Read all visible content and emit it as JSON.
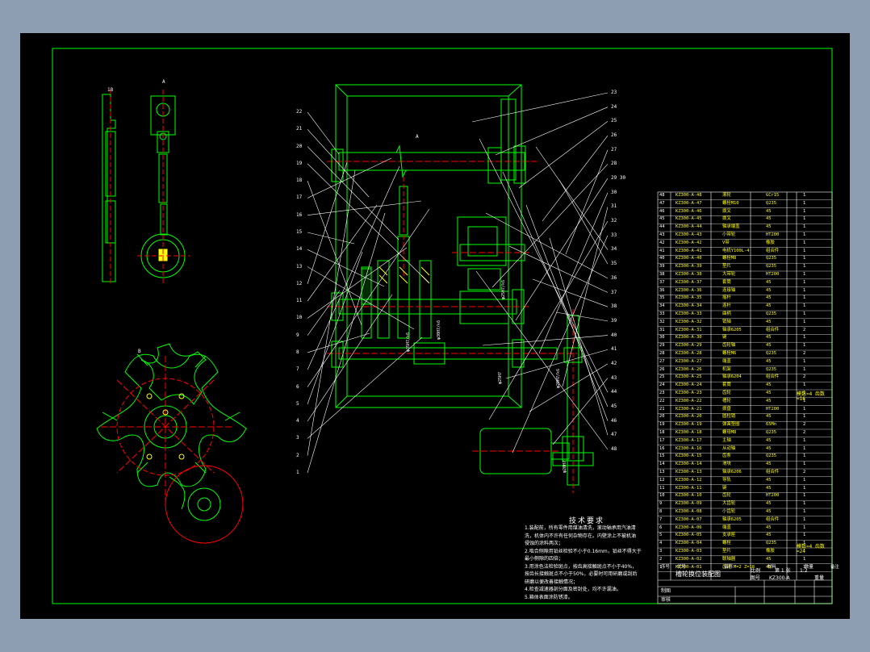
{
  "drawing": {
    "section_label_a": "A",
    "section_label_a_main": "A",
    "section_label_b": "B",
    "part_label_view_a": "18",
    "colors": {
      "frame": "#00ff00",
      "part": "#00ff00",
      "centerline": "#ff0000",
      "text": "#ffffff",
      "table_text": "#ffff00",
      "leader": "#ffffff"
    }
  },
  "leaders_left": [
    "22",
    "21",
    "20",
    "19",
    "18",
    "17",
    "16",
    "15",
    "14",
    "13",
    "12",
    "11",
    "10",
    "9",
    "8",
    "7",
    "6",
    "5",
    "4",
    "3",
    "2",
    "1"
  ],
  "leaders_right": [
    "23",
    "24",
    "25",
    "26",
    "27",
    "28",
    "29 30",
    "30",
    "31",
    "32",
    "33",
    "34",
    "35",
    "36",
    "37",
    "38",
    "39",
    "40",
    "41",
    "42",
    "43",
    "44",
    "45",
    "46",
    "47",
    "48"
  ],
  "bom": {
    "header_no": "序号",
    "header_code": "代号",
    "header_name": "名称",
    "header_mat": "材料",
    "header_qty": "数量",
    "header_note": "备注",
    "rows": [
      {
        "no": "48",
        "code": "KZ300-A-48",
        "name": "滚轮",
        "mat": "GCr15",
        "qty": "1",
        "note": ""
      },
      {
        "no": "47",
        "code": "KZ300-A-47",
        "name": "螺栓M10",
        "mat": "Q235",
        "qty": "1",
        "note": ""
      },
      {
        "no": "46",
        "code": "KZ300-A-46",
        "name": "拨叉",
        "mat": "45",
        "qty": "1",
        "note": ""
      },
      {
        "no": "45",
        "code": "KZ300-A-45",
        "name": "拨叉",
        "mat": "45",
        "qty": "1",
        "note": ""
      },
      {
        "no": "44",
        "code": "KZ300-A-44",
        "name": "轴承端盖",
        "mat": "45",
        "qty": "1",
        "note": ""
      },
      {
        "no": "43",
        "code": "KZ300-A-43",
        "name": "小带轮",
        "mat": "HT200",
        "qty": "1",
        "note": ""
      },
      {
        "no": "42",
        "code": "KZ300-A-42",
        "name": "V带",
        "mat": "橡胶",
        "qty": "1",
        "note": ""
      },
      {
        "no": "41",
        "code": "KZ300-A-41",
        "name": "电机Y100L-4",
        "mat": "组合件",
        "qty": "1",
        "note": ""
      },
      {
        "no": "40",
        "code": "KZ300-A-40",
        "name": "螺栓M8",
        "mat": "Q235",
        "qty": "1",
        "note": ""
      },
      {
        "no": "39",
        "code": "KZ300-A-39",
        "name": "垫片",
        "mat": "Q235",
        "qty": "1",
        "note": ""
      },
      {
        "no": "38",
        "code": "KZ300-A-38",
        "name": "大带轮",
        "mat": "HT200",
        "qty": "1",
        "note": ""
      },
      {
        "no": "37",
        "code": "KZ300-A-37",
        "name": "套筒",
        "mat": "45",
        "qty": "1",
        "note": ""
      },
      {
        "no": "36",
        "code": "KZ300-A-36",
        "name": "连接轴",
        "mat": "45",
        "qty": "1",
        "note": ""
      },
      {
        "no": "35",
        "code": "KZ300-A-35",
        "name": "摇杆",
        "mat": "45",
        "qty": "1",
        "note": ""
      },
      {
        "no": "34",
        "code": "KZ300-A-34",
        "name": "连杆",
        "mat": "45",
        "qty": "1",
        "note": ""
      },
      {
        "no": "33",
        "code": "KZ300-A-33",
        "name": "曲柄",
        "mat": "Q235",
        "qty": "1",
        "note": ""
      },
      {
        "no": "32",
        "code": "KZ300-A-32",
        "name": "销轴",
        "mat": "45",
        "qty": "1",
        "note": ""
      },
      {
        "no": "31",
        "code": "KZ300-A-31",
        "name": "轴承6205",
        "mat": "组合件",
        "qty": "2",
        "note": ""
      },
      {
        "no": "30",
        "code": "KZ300-A-30",
        "name": "键",
        "mat": "45",
        "qty": "1",
        "note": ""
      },
      {
        "no": "29",
        "code": "KZ300-A-29",
        "name": "齿轮轴",
        "mat": "45",
        "qty": "1",
        "note": ""
      },
      {
        "no": "28",
        "code": "KZ300-A-28",
        "name": "螺栓M6",
        "mat": "Q235",
        "qty": "2",
        "note": ""
      },
      {
        "no": "27",
        "code": "KZ300-A-27",
        "name": "端盖",
        "mat": "45",
        "qty": "1",
        "note": ""
      },
      {
        "no": "26",
        "code": "KZ300-A-26",
        "name": "机架",
        "mat": "Q235",
        "qty": "1",
        "note": ""
      },
      {
        "no": "25",
        "code": "KZ300-A-25",
        "name": "轴承6204",
        "mat": "组合件",
        "qty": "2",
        "note": ""
      },
      {
        "no": "24",
        "code": "KZ300-A-24",
        "name": "套筒",
        "mat": "45",
        "qty": "1",
        "note": ""
      },
      {
        "no": "23",
        "code": "KZ300-A-23",
        "name": "齿轮",
        "mat": "45",
        "qty": "1",
        "note": ""
      },
      {
        "no": "22",
        "code": "KZ300-A-22",
        "name": "槽轮",
        "mat": "45",
        "qty": "1",
        "note": ""
      },
      {
        "no": "21",
        "code": "KZ300-A-21",
        "name": "拨盘",
        "mat": "HT200",
        "qty": "1",
        "note": ""
      },
      {
        "no": "20",
        "code": "KZ300-A-20",
        "name": "圆柱销",
        "mat": "45",
        "qty": "1",
        "note": ""
      },
      {
        "no": "19",
        "code": "KZ300-A-19",
        "name": "弹簧垫圈",
        "mat": "65Mn",
        "qty": "2",
        "note": ""
      },
      {
        "no": "18",
        "code": "KZ300-A-18",
        "name": "螺母M8",
        "mat": "Q235",
        "qty": "2",
        "note": ""
      },
      {
        "no": "17",
        "code": "KZ300-A-17",
        "name": "主轴",
        "mat": "45",
        "qty": "1",
        "note": ""
      },
      {
        "no": "16",
        "code": "KZ300-A-16",
        "name": "从动轴",
        "mat": "45",
        "qty": "1",
        "note": ""
      },
      {
        "no": "15",
        "code": "KZ300-A-15",
        "name": "齿条",
        "mat": "Q235",
        "qty": "1",
        "note": ""
      },
      {
        "no": "14",
        "code": "KZ300-A-14",
        "name": "滑块",
        "mat": "45",
        "qty": "1",
        "note": ""
      },
      {
        "no": "13",
        "code": "KZ300-A-13",
        "name": "轴承6206",
        "mat": "组合件",
        "qty": "2",
        "note": ""
      },
      {
        "no": "12",
        "code": "KZ300-A-12",
        "name": "导轨",
        "mat": "45",
        "qty": "1",
        "note": ""
      },
      {
        "no": "11",
        "code": "KZ300-A-11",
        "name": "键",
        "mat": "45",
        "qty": "1",
        "note": ""
      },
      {
        "no": "10",
        "code": "KZ300-A-10",
        "name": "齿轮",
        "mat": "HT200",
        "qty": "1",
        "note": ""
      },
      {
        "no": "9",
        "code": "KZ300-A-09",
        "name": "大齿轮",
        "mat": "45",
        "qty": "1",
        "note": ""
      },
      {
        "no": "8",
        "code": "KZ300-A-08",
        "name": "小齿轮",
        "mat": "45",
        "qty": "1",
        "note": ""
      },
      {
        "no": "7",
        "code": "KZ300-A-07",
        "name": "轴承6205",
        "mat": "组合件",
        "qty": "1",
        "note": ""
      },
      {
        "no": "6",
        "code": "KZ300-A-06",
        "name": "端盖",
        "mat": "45",
        "qty": "1",
        "note": ""
      },
      {
        "no": "5",
        "code": "KZ300-A-05",
        "name": "支承座",
        "mat": "45",
        "qty": "1",
        "note": ""
      },
      {
        "no": "4",
        "code": "KZ300-A-04",
        "name": "螺栓",
        "mat": "Q235",
        "qty": "1",
        "note": ""
      },
      {
        "no": "3",
        "code": "KZ300-A-03",
        "name": "垫片",
        "mat": "橡胶",
        "qty": "1",
        "note": ""
      },
      {
        "no": "2",
        "code": "KZ300-A-02",
        "name": "联轴器",
        "mat": "45",
        "qty": "1",
        "note": ""
      },
      {
        "no": "1",
        "code": "KZ300-A-01",
        "name": "齿轮 M=2 Z=18",
        "mat": "45",
        "qty": "1",
        "note": ""
      }
    ],
    "note_a": "模数=4 齿数=16",
    "note_b": "模数=4 齿数=24"
  },
  "tech": {
    "title": "技术要求",
    "lines": [
      "1.装配前，所有零件用煤油清洗，滚动轴承用汽油清",
      "洗，机体内不许有任何杂物存在。内壁涂上不被机油",
      "侵蚀的涂料两次；",
      "2.啮合侧隙用铅丝检验不小于0.16mm，铅丝不得大于",
      "最小侧隙的四倍；",
      "3.用涂色法检验斑点，按齿高接触斑点不小于40%，",
      "按齿长接触斑点不小于50%，必要时可用研磨或刮后",
      "研磨以便改善接触情况；",
      "4.检查减速器剖分面及密封处，均不许漏油。",
      "5.箱体表面涂防锈漆。"
    ]
  },
  "title_block": {
    "drawing_title": "槽轮换位装配图",
    "ratio_label": "比例",
    "ratio": "1:2",
    "qty_label": "件数",
    "qty": "1",
    "drawing_no_label": "图号",
    "drawing_no": "KZ300-A",
    "weight_label": "重量",
    "sheet_label": "共 张",
    "sheet": "第 1 张",
    "designer": "制图",
    "checker": "审核",
    "header_no": "序号",
    "header_code": "代号"
  }
}
